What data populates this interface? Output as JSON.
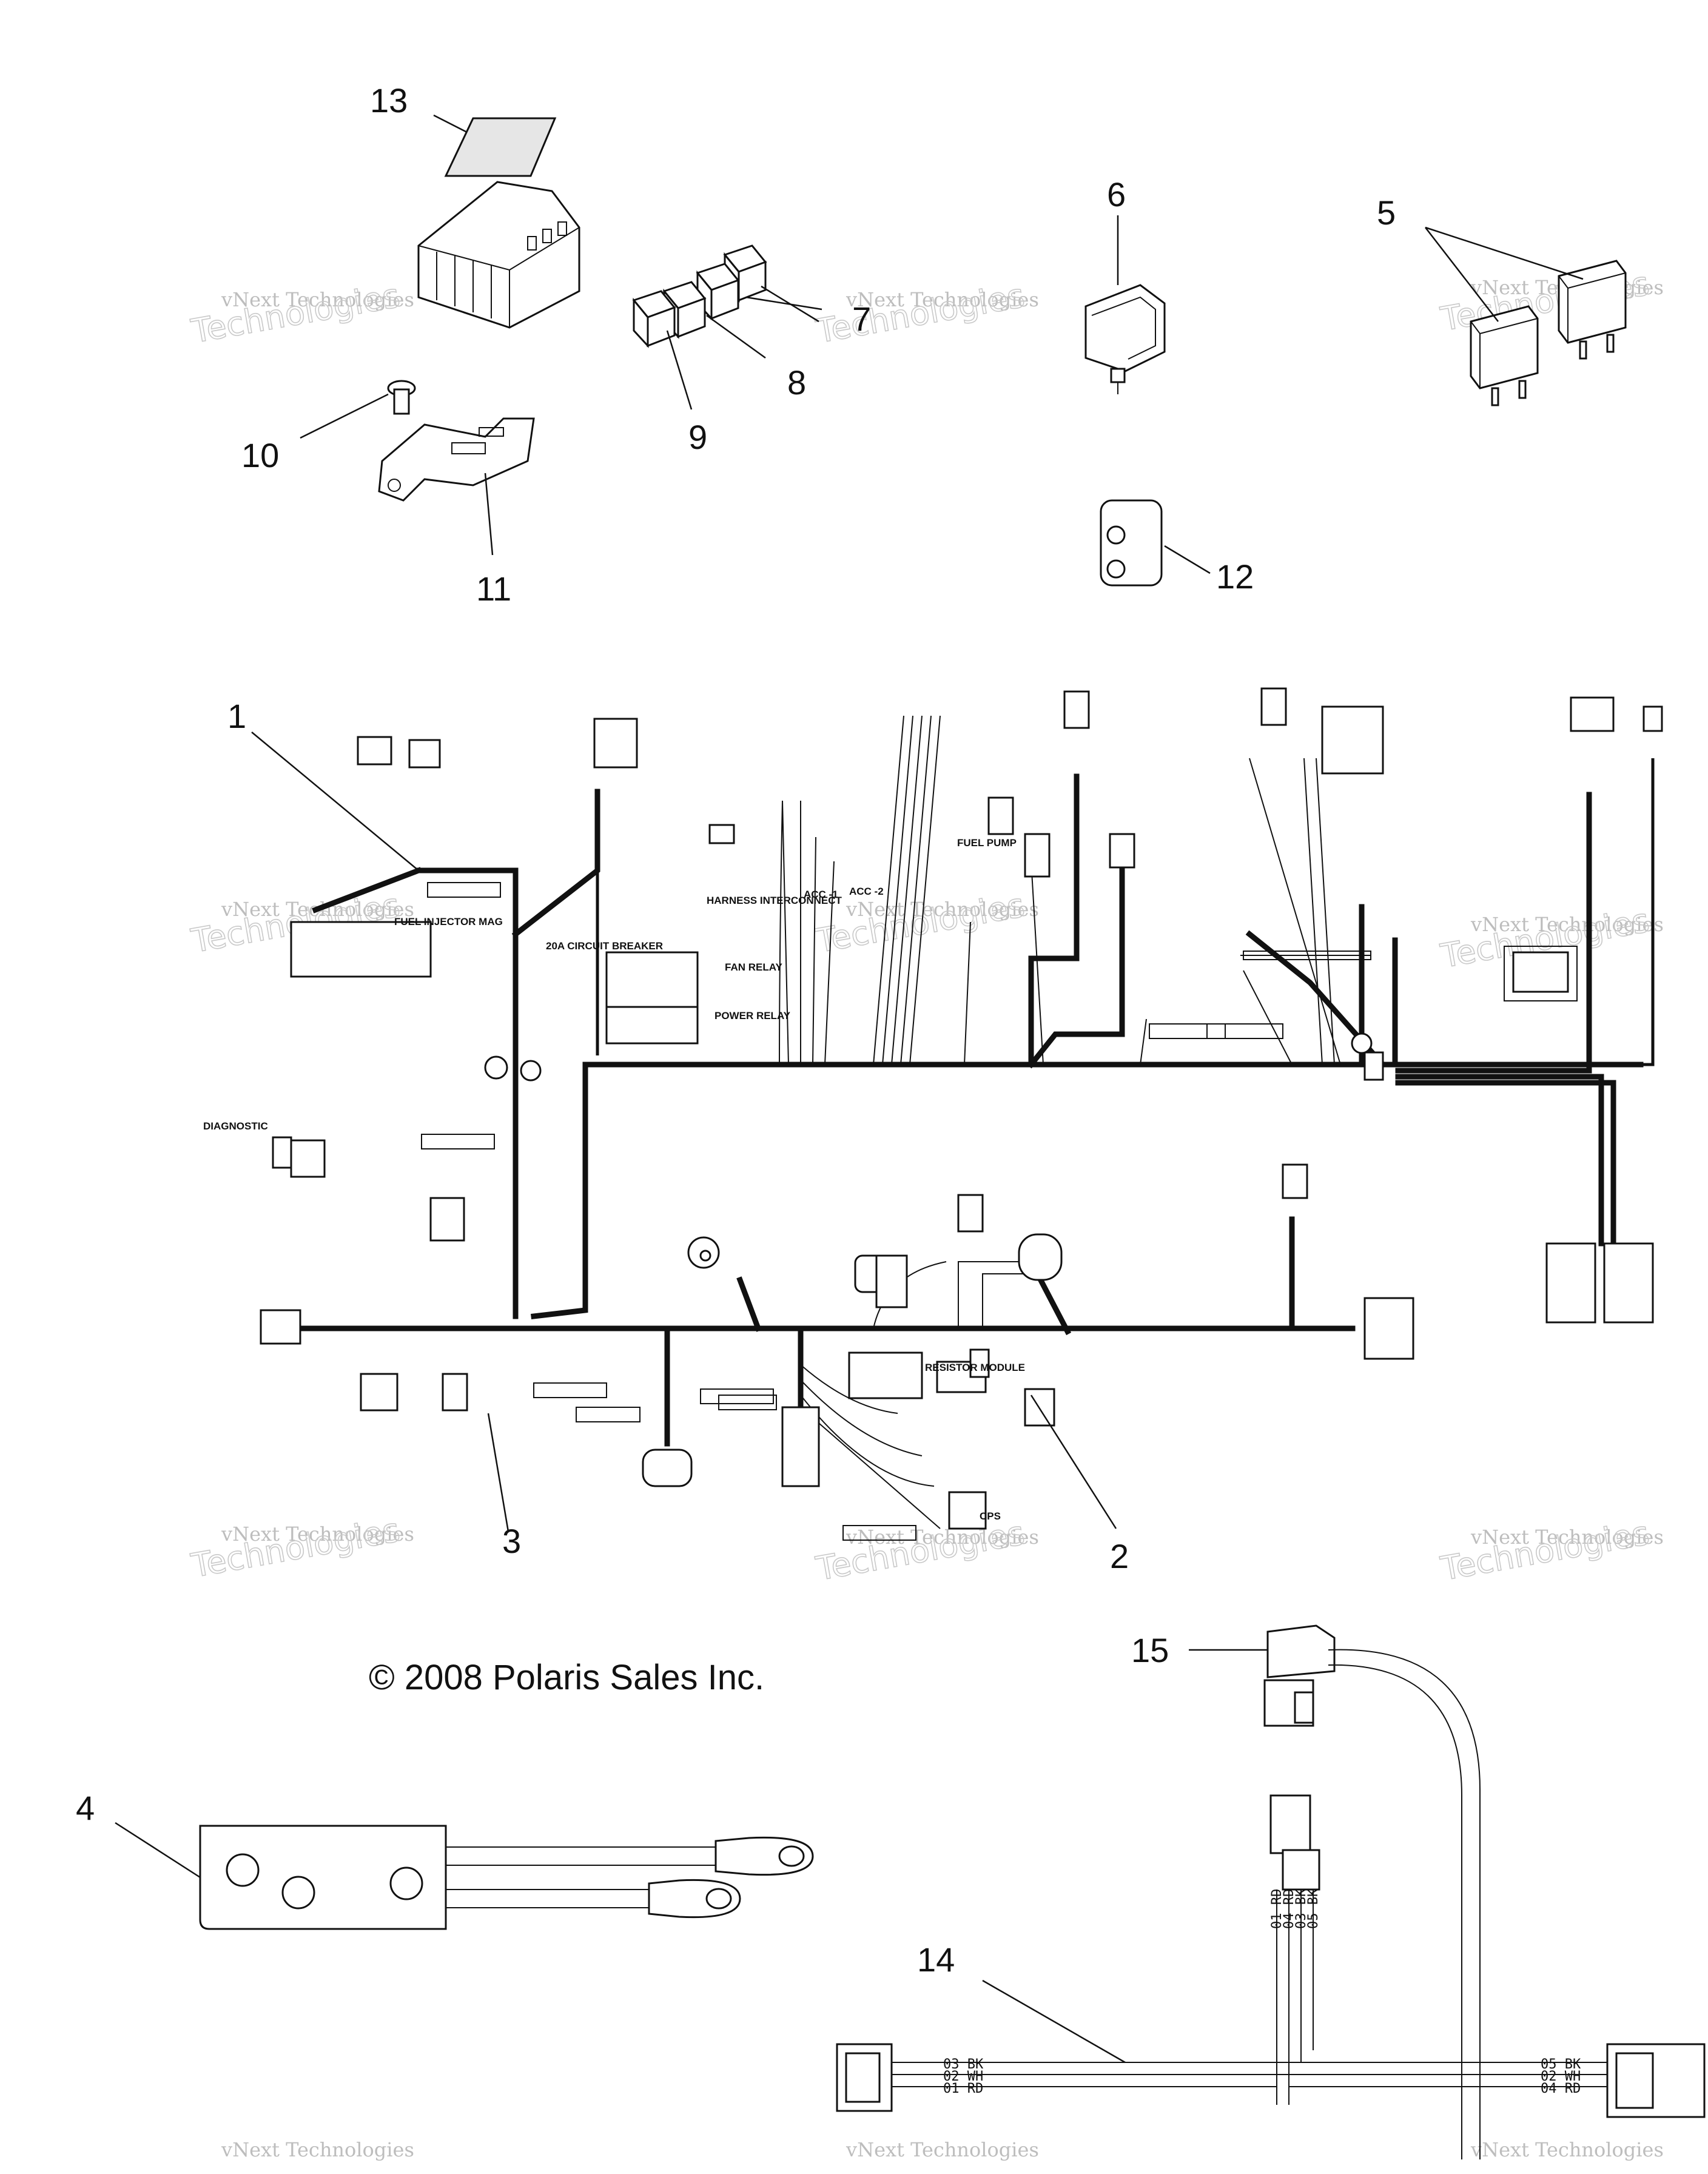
{
  "callouts": [
    {
      "id": "1",
      "text": "1"
    },
    {
      "id": "2",
      "text": "2"
    },
    {
      "id": "3",
      "text": "3"
    },
    {
      "id": "4",
      "text": "4"
    },
    {
      "id": "5",
      "text": "5"
    },
    {
      "id": "6",
      "text": "6"
    },
    {
      "id": "7",
      "text": "7"
    },
    {
      "id": "8",
      "text": "8"
    },
    {
      "id": "9",
      "text": "9"
    },
    {
      "id": "10",
      "text": "10"
    },
    {
      "id": "11",
      "text": "11"
    },
    {
      "id": "12",
      "text": "12"
    },
    {
      "id": "13",
      "text": "13"
    },
    {
      "id": "14",
      "text": "14"
    },
    {
      "id": "15",
      "text": "15"
    }
  ],
  "copyright": "© 2008 Polaris Sales Inc.",
  "watermark": {
    "line1": "vNext Technologies",
    "line2": "Technologies"
  },
  "harness_labels": {
    "fuel_injector": "FUEL INJECTOR MAG",
    "circuit_breaker": "20A CIRCUIT BREAKER",
    "harness_interconnect": "HARNESS INTERCONNECT",
    "acc_1": "ACC -1",
    "acc_2": "ACC -2",
    "fuel_pump": "FUEL PUMP",
    "fan_relay": "FAN RELAY",
    "power_relay": "POWER RELAY",
    "diagnostic": "DIAGNOSTIC",
    "resistor_module": "RESISTOR MODULE",
    "cps": "CPS"
  },
  "wire_codes": {
    "left": [
      "03 BK",
      "02 WH",
      "01 RD"
    ],
    "right": [
      "05 BK",
      "02 WH",
      "04 RD"
    ],
    "vertical": [
      "01 RD",
      "04 RD",
      "03 BK",
      "05 BK"
    ]
  }
}
